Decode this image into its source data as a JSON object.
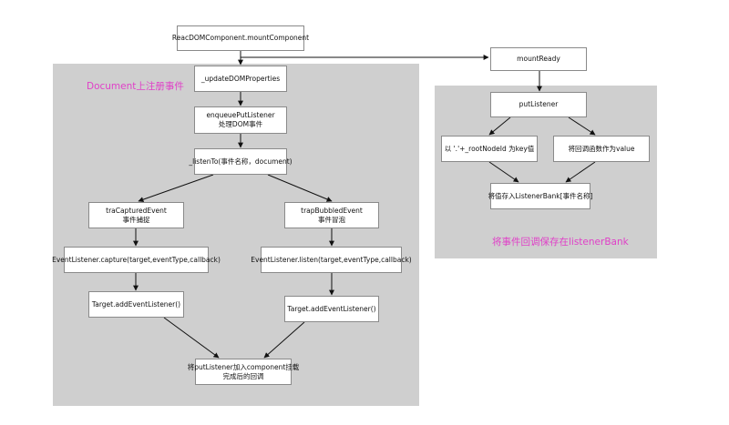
{
  "colors": {
    "region_fill": "#cfcfcf",
    "node_border": "#8a8a8a",
    "edge": "#111111",
    "label_accent": "#e040c8"
  },
  "regions": {
    "document": {
      "label": "Document上注册事件"
    },
    "listener_bank": {
      "label": "将事件回调保存在listenerBank"
    }
  },
  "nodes": {
    "mount_component": {
      "lines": [
        "ReacDOMComponent.mountComponent"
      ]
    },
    "update_dom_properties": {
      "lines": [
        "_updateDOMProperties"
      ]
    },
    "enqueue_put_listener": {
      "lines": [
        "enqueuePutListener",
        "处理DOM事件"
      ]
    },
    "listen_to": {
      "lines": [
        "_listenTo(事件名称，document)"
      ]
    },
    "trap_captured": {
      "lines": [
        "traCapturedEvent",
        "事件捕捉"
      ]
    },
    "trap_bubbled": {
      "lines": [
        "trapBubbledEvent",
        "事件冒泡"
      ]
    },
    "capture_call": {
      "lines": [
        "EventListener.capture(target,eventType,callback)"
      ]
    },
    "listen_call": {
      "lines": [
        "EventListener.listen(target,eventType,callback)"
      ]
    },
    "add_listener_left": {
      "lines": [
        "Target.addEventListener()"
      ]
    },
    "add_listener_right": {
      "lines": [
        "Target.addEventListener()"
      ]
    },
    "put_listener_queue": {
      "lines": [
        "将putListener加入component挂载",
        "完成后的回调"
      ]
    },
    "mount_ready": {
      "lines": [
        "mountReady"
      ]
    },
    "put_listener": {
      "lines": [
        "putListener"
      ]
    },
    "root_node_key": {
      "lines": [
        "以 '.'+_rootNodeId 为key值"
      ]
    },
    "callback_value": {
      "lines": [
        "将回调函数作为value"
      ]
    },
    "store_listener_bank": {
      "lines": [
        "将值存入ListenerBank[事件名称]"
      ]
    }
  }
}
